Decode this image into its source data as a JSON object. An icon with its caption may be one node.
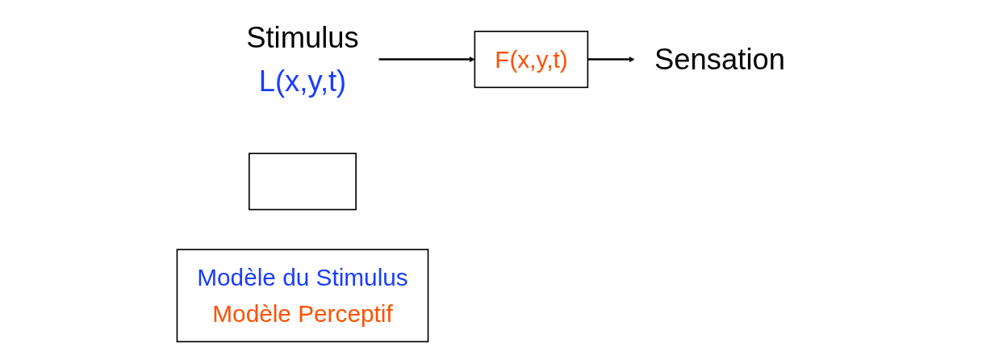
{
  "diagram": {
    "nodes": [
      {
        "text": [
          "Stimulus",
          "L(x,y,t)"
        ]
      },
      {
        "text": [
          "F(x,y,t)"
        ]
      },
      {
        "text": [],
        "shape": "box"
      },
      {
        "text": [
          "Sensation"
        ]
      },
      {
        "text": [
          "Modèle du Stimulus",
          "Modèle Perceptif"
        ]
      }
    ],
    "edges": [
      {
        "from": 0,
        "to": 1,
        "arrow": "to"
      },
      {
        "from": 1,
        "to": 3,
        "arrow": "to"
      }
    ]
  }
}
